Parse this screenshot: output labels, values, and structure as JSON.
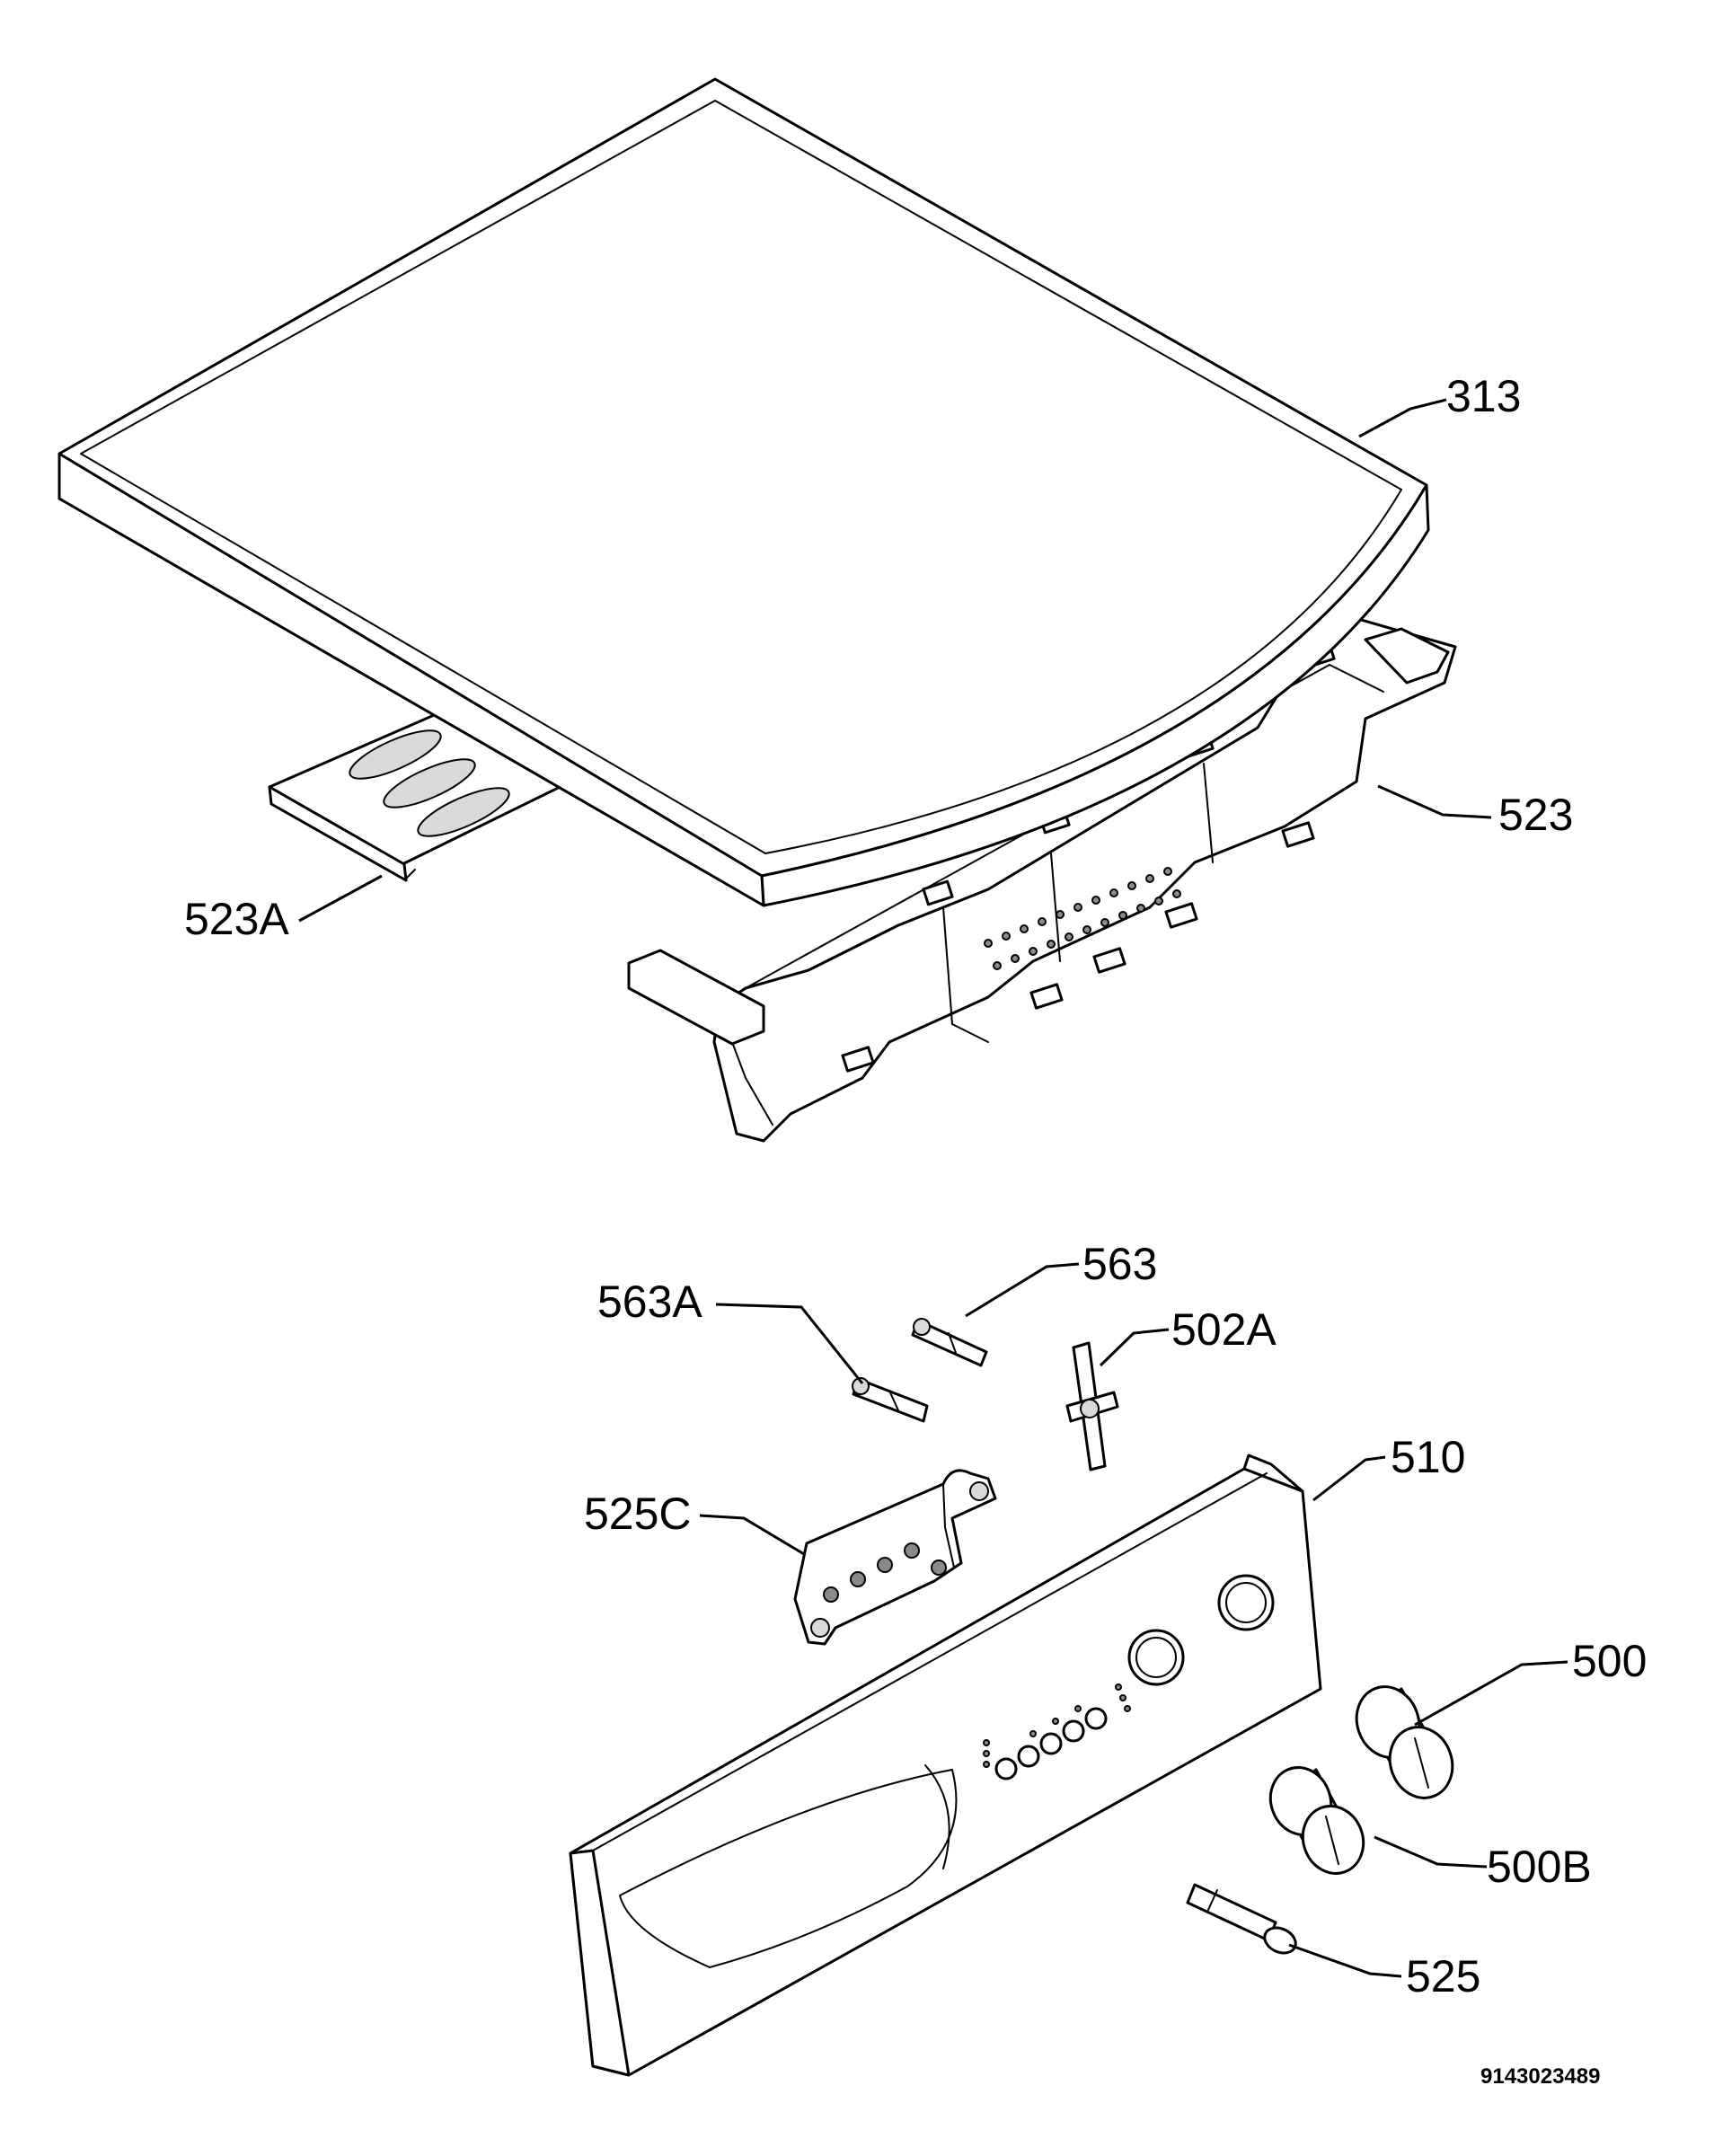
{
  "labels": {
    "l313": "313",
    "l523": "523",
    "l523A": "523A",
    "l563": "563",
    "l563A": "563A",
    "l502A": "502A",
    "l510": "510",
    "l525C": "525C",
    "l500": "500",
    "l500B": "500B",
    "l525": "525"
  },
  "drawing_code": "9143023489",
  "colors": {
    "line": "#000000",
    "background": "#ffffff",
    "shade": "#d9d9d9"
  }
}
